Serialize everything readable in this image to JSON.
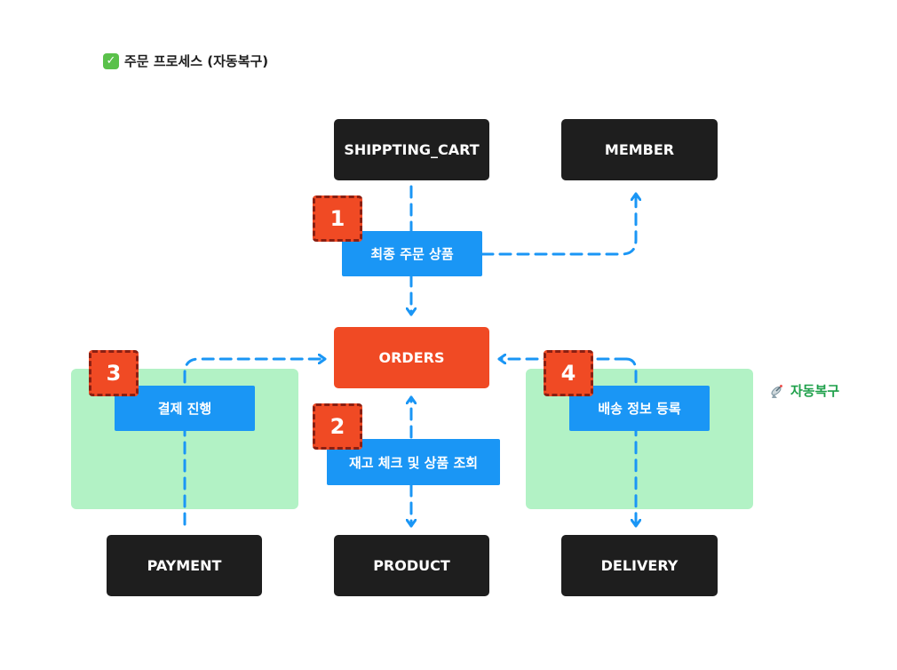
{
  "title": "주문 프로세스 (자동복구)",
  "nodes": {
    "shipping_cart": "SHIPPTING_CART",
    "member": "MEMBER",
    "orders": "ORDERS",
    "payment": "PAYMENT",
    "product": "PRODUCT",
    "delivery": "DELIVERY"
  },
  "steps": {
    "final_products": "최종 주문 상품",
    "stock_check": "재고 체크 및 상품 조회",
    "payment_process": "결제 진행",
    "delivery_register": "배송 정보 등록"
  },
  "badges": {
    "one": "1",
    "two": "2",
    "three": "3",
    "four": "4"
  },
  "recovery_label": "자동복구",
  "icons": {
    "title": "check-mark-icon",
    "recovery": "satellite-antenna-icon"
  },
  "colors": {
    "node": "#1e1e1e",
    "orders": "#f04a24",
    "step": "#1a96f5",
    "zone": "#b2f2c5",
    "arrow": "#1a96f5",
    "badge": "#f04a24",
    "recovery_text": "#1ea04a"
  }
}
